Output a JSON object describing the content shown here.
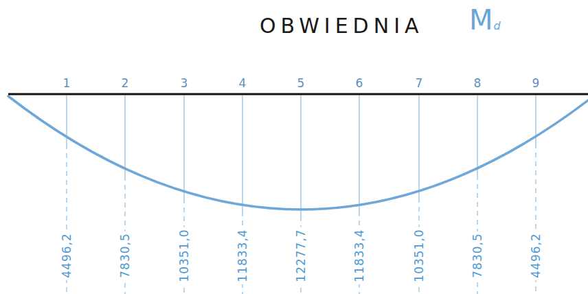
{
  "diagram": {
    "title": "OBWIEDNIA",
    "labels": [
      "M",
      "d",
      "1",
      "2",
      "3",
      "4",
      "5",
      "6",
      "7",
      "8",
      "9",
      "4496,2",
      "7830,5",
      "10351,0",
      "11833,4",
      "12277,7",
      "11833,4",
      "10351,0",
      "7830,5",
      "4496,2"
    ]
  }
}
